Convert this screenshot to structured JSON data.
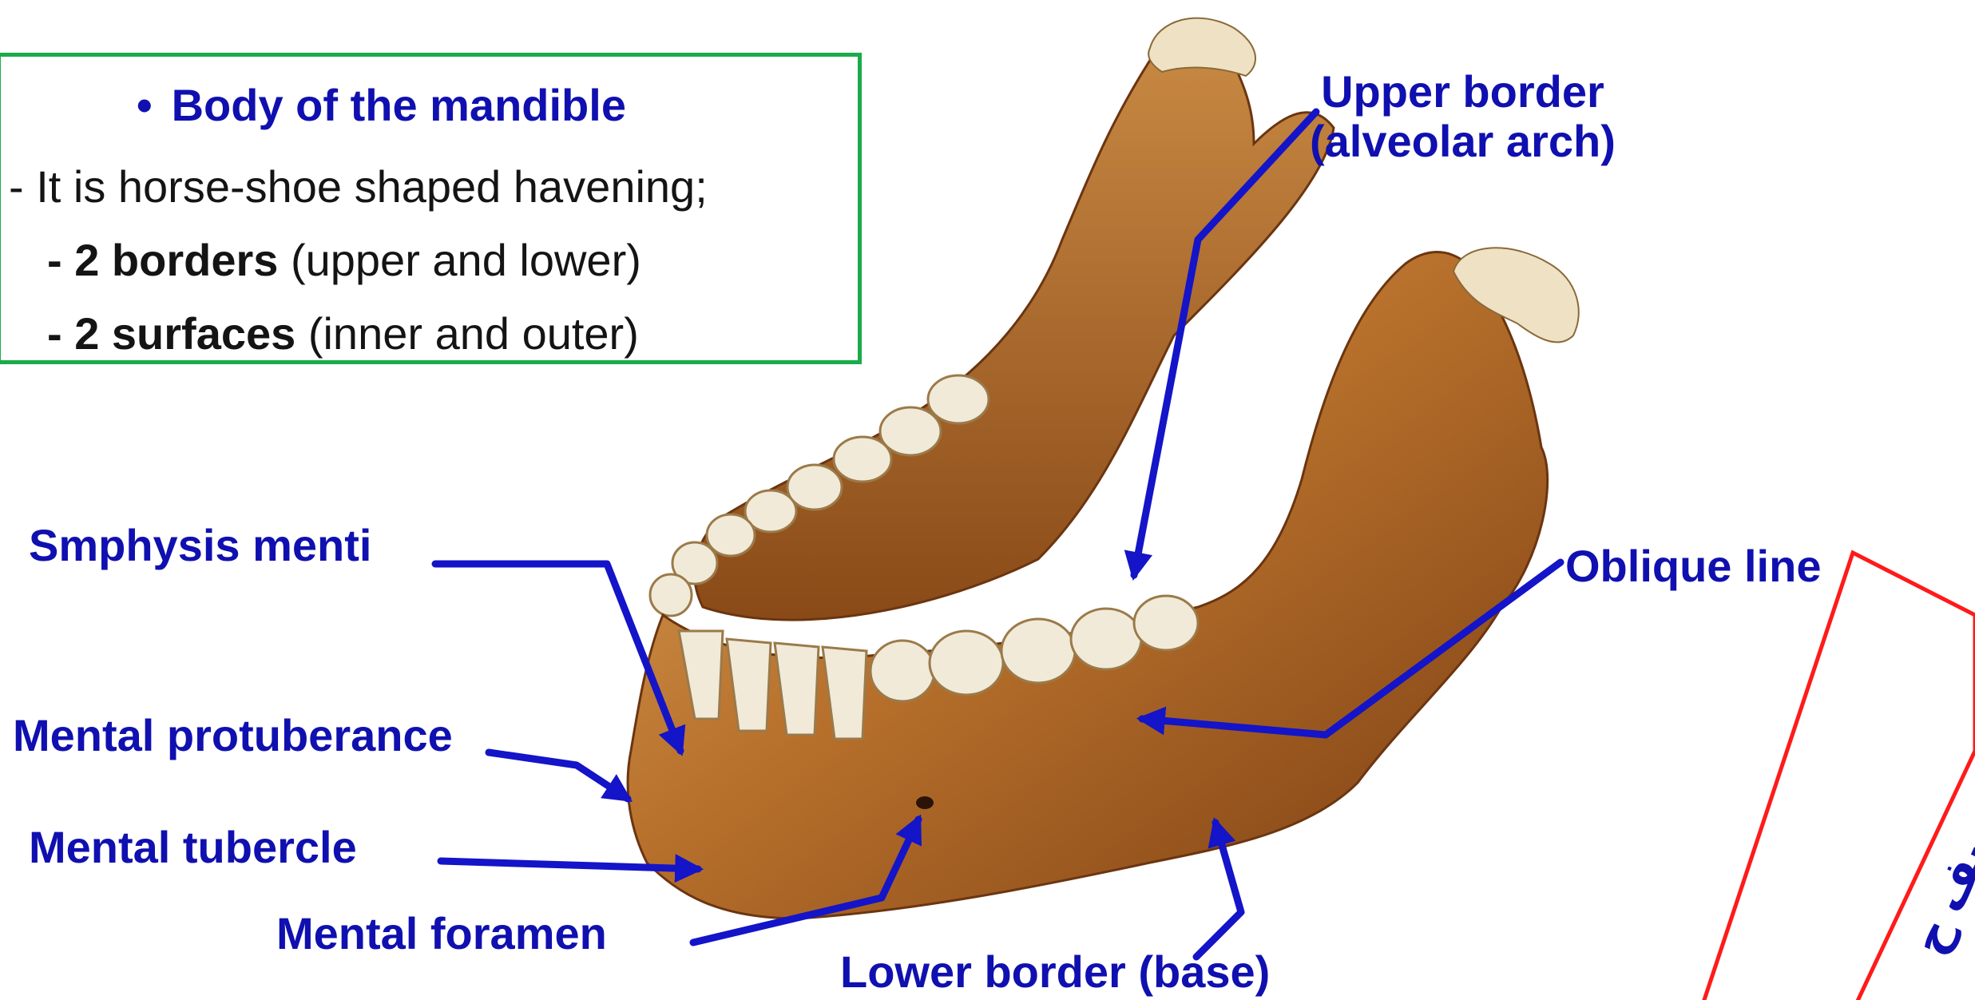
{
  "info_box": {
    "title": "Body of the mandible",
    "line1": "- It is horse-shoe shaped havening;",
    "borders_bold": "- 2 borders",
    "borders_rest": " (upper and lower)",
    "surfaces_bold": "- 2 surfaces",
    "surfaces_rest": " (inner and outer)"
  },
  "labels": {
    "upper_border_line1": "Upper border",
    "upper_border_line2": "(alveolar arch)",
    "symphysis": "Smphysis menti",
    "mental_protuberance": "Mental protuberance",
    "mental_tubercle": "Mental tubercle",
    "mental_foramen": "Mental foramen",
    "lower_border": "Lower border (base)",
    "oblique_line": "Oblique line"
  },
  "watermark": "اليوتيوب د. يوسف ح",
  "colors": {
    "label_text": "#1010b0",
    "arrow": "#1414c8",
    "info_border": "#1aab4a",
    "watermark_border": "#ff1a1a",
    "bone_light": "#d9a35c",
    "bone_mid": "#b8712c",
    "bone_dark": "#7a3d12",
    "teeth": "#f1ead8"
  }
}
